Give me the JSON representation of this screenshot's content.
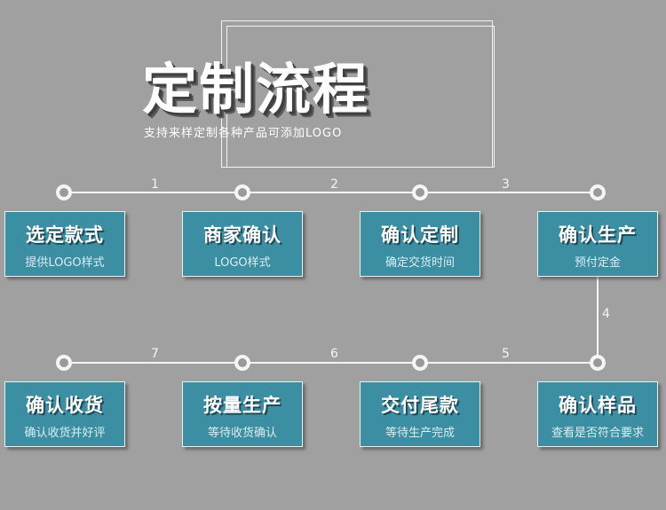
{
  "header": {
    "title": "定制流程",
    "subtitle": "支持来样定制各种产品可添加LOGO"
  },
  "steps_top": [
    {
      "title": "选定款式",
      "sub": "提供LOGO样式"
    },
    {
      "title": "商家确认",
      "sub": "LOGO样式"
    },
    {
      "title": "确认定制",
      "sub": "确定交货时间"
    },
    {
      "title": "确认生产",
      "sub": "预付定金"
    }
  ],
  "steps_bottom": [
    {
      "title": "确认收货",
      "sub": "确认收货并好评"
    },
    {
      "title": "按量生产",
      "sub": "等待收货确认"
    },
    {
      "title": "交付尾款",
      "sub": "等待生产完成"
    },
    {
      "title": "确认样品",
      "sub": "查看是否符合要求"
    }
  ],
  "connector_numbers": {
    "n1": "1",
    "n2": "2",
    "n3": "3",
    "n4": "4",
    "n5": "5",
    "n6": "6",
    "n7": "7"
  },
  "colors": {
    "background": "#a0a0a0",
    "card": "#3c8ea3",
    "line": "#f5f5f5"
  }
}
